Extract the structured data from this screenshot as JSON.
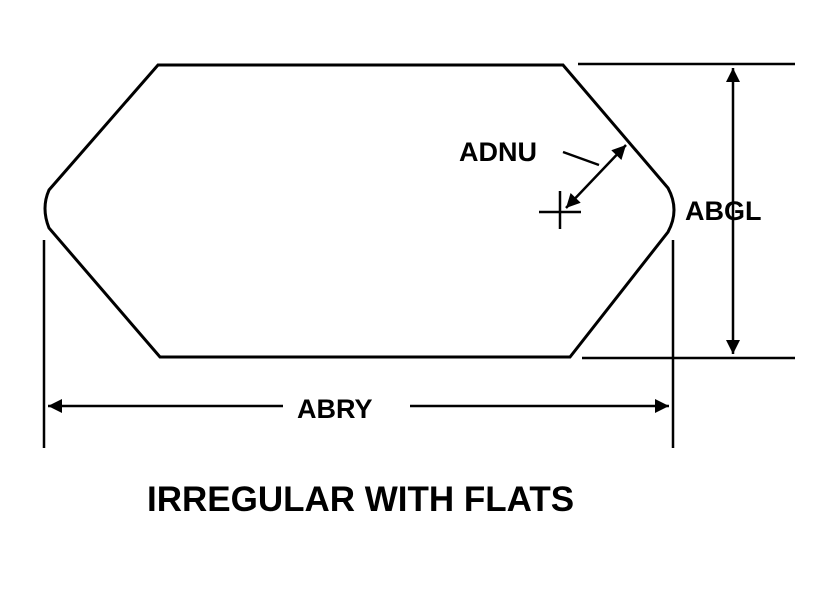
{
  "colors": {
    "background": "#ffffff",
    "ink": "#000000"
  },
  "labels": {
    "diagonal_flat": "ADNU",
    "height": "ABGL",
    "width": "ABRY",
    "title": "IRREGULAR WITH FLATS"
  }
}
